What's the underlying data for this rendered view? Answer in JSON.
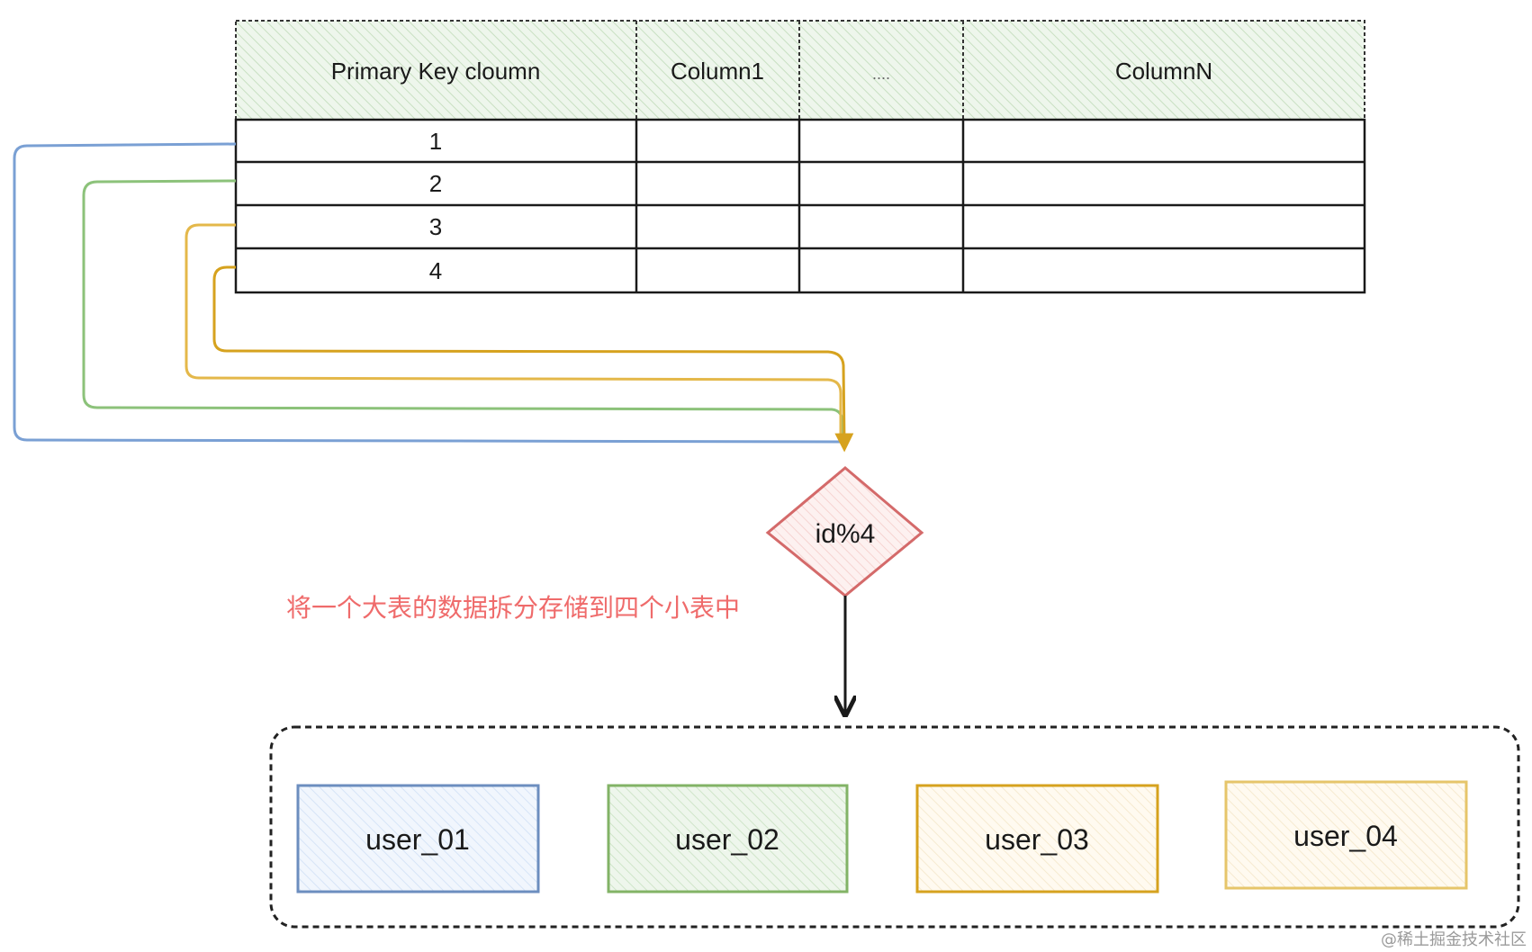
{
  "table": {
    "headers": [
      "Primary Key cloumn",
      "Column1",
      "....",
      "ColumnN"
    ],
    "rows": [
      "1",
      "2",
      "3",
      "4"
    ]
  },
  "decision": {
    "label": "id%4"
  },
  "note": {
    "text": "将一个大表的数据拆分存储到四个小表中"
  },
  "shards": [
    {
      "label": "user_01",
      "color": "#6c8ebf",
      "fill": "#dae8fc"
    },
    {
      "label": "user_02",
      "color": "#82b366",
      "fill": "#d5e8d4"
    },
    {
      "label": "user_03",
      "color": "#d6a21e",
      "fill": "#fff2cc"
    },
    {
      "label": "user_04",
      "color": "#e6c56a",
      "fill": "#fff2cc"
    }
  ],
  "colors": {
    "header_fill": "#d5e8d4",
    "decision_stroke": "#d46a6a",
    "decision_fill": "#f8cecc",
    "note": "#ef6b6b"
  },
  "watermark": "@稀土掘金技术社区"
}
